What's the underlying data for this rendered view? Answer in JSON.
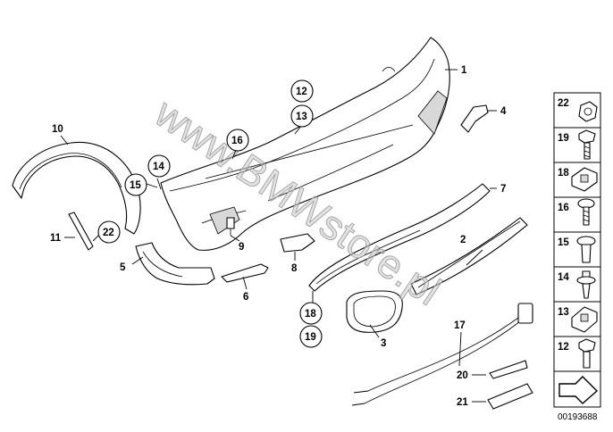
{
  "diagram": {
    "watermark": "www.BMWstore.pl",
    "drawing_code": "00193688",
    "callouts": [
      {
        "id": "c1",
        "label": "1",
        "circled": false
      },
      {
        "id": "c2",
        "label": "2",
        "circled": false
      },
      {
        "id": "c3",
        "label": "3",
        "circled": false
      },
      {
        "id": "c4",
        "label": "4",
        "circled": false
      },
      {
        "id": "c5",
        "label": "5",
        "circled": false
      },
      {
        "id": "c6",
        "label": "6",
        "circled": false
      },
      {
        "id": "c7",
        "label": "7",
        "circled": false
      },
      {
        "id": "c8",
        "label": "8",
        "circled": false
      },
      {
        "id": "c9",
        "label": "9",
        "circled": false
      },
      {
        "id": "c10",
        "label": "10",
        "circled": false
      },
      {
        "id": "c11",
        "label": "11",
        "circled": false
      },
      {
        "id": "c12",
        "label": "12",
        "circled": true
      },
      {
        "id": "c13",
        "label": "13",
        "circled": true
      },
      {
        "id": "c14",
        "label": "14",
        "circled": true
      },
      {
        "id": "c15",
        "label": "15",
        "circled": true
      },
      {
        "id": "c16",
        "label": "16",
        "circled": true
      },
      {
        "id": "c17",
        "label": "17",
        "circled": false
      },
      {
        "id": "c18",
        "label": "18",
        "circled": true
      },
      {
        "id": "c19",
        "label": "19",
        "circled": true
      },
      {
        "id": "c20",
        "label": "20",
        "circled": false
      },
      {
        "id": "c21",
        "label": "21",
        "circled": false
      },
      {
        "id": "c22",
        "label": "22",
        "circled": true
      }
    ],
    "fastener_panel": [
      {
        "label": "22",
        "icon": "nut-icon"
      },
      {
        "label": "19",
        "icon": "hex-screw-icon"
      },
      {
        "label": "18",
        "icon": "clip-nut-icon"
      },
      {
        "label": "16",
        "icon": "screw-icon"
      },
      {
        "label": "15",
        "icon": "expanding-rivet-icon"
      },
      {
        "label": "14",
        "icon": "plastic-rivet-icon"
      },
      {
        "label": "13",
        "icon": "clip-nut-icon"
      },
      {
        "label": "12",
        "icon": "hex-bolt-icon"
      },
      {
        "label": "",
        "icon": "arrow-icon"
      }
    ]
  }
}
